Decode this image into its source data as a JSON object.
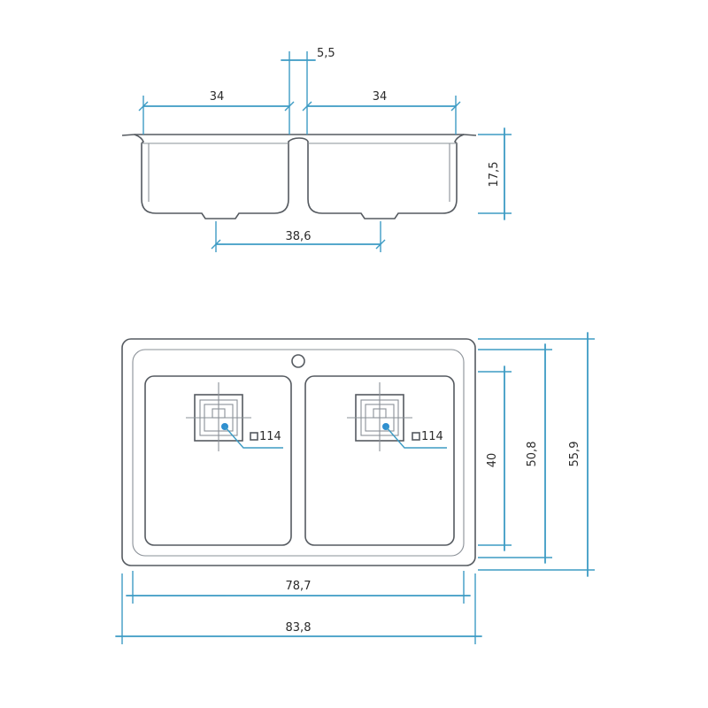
{
  "side_view": {
    "bowl_left_width": "34",
    "divider_gap": "5,5",
    "bowl_right_width": "34",
    "depth": "17,5",
    "drain_spacing": "38,6"
  },
  "top_view": {
    "drain_left_size": "114",
    "drain_right_size": "114",
    "bowl_depth": "40",
    "inner_depth": "50,8",
    "outer_depth": "55,9",
    "inner_width": "78,7",
    "outer_width": "83,8"
  },
  "colors": {
    "dimension_line": "#3d9bc4",
    "outline": "#555a60",
    "drain_accent": "#2f8fd0"
  }
}
